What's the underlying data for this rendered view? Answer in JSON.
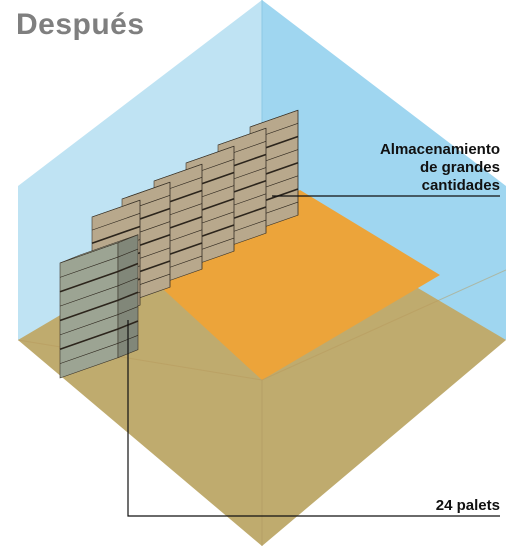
{
  "title": "Después",
  "labels": {
    "bulk_storage": [
      "Almacenamiento",
      "de grandes",
      "cantidades"
    ],
    "pallets": "24 palets"
  },
  "colors": {
    "wall_left": "#bfe3f3",
    "wall_right": "#9fd6f0",
    "floor_front": "#bfab6e",
    "floor_back": "#eca43a",
    "box_tan": "#d9c6a5",
    "box_green": "#b8c1ad",
    "leader_line": "#111111"
  }
}
